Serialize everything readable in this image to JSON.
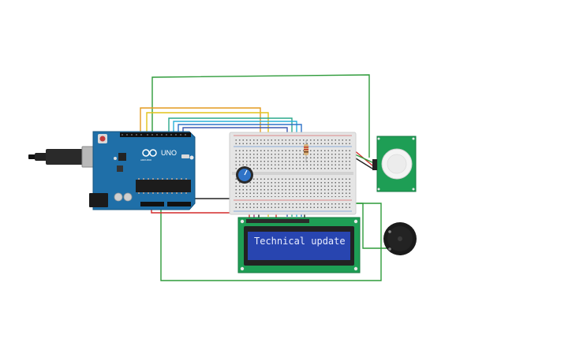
{
  "board": {
    "logo": "ARDUINO",
    "model": "UNO"
  },
  "lcd": {
    "text": "Technical update"
  },
  "colors": {
    "board": "#1f6fa8",
    "breadboard": "#e5e5e5",
    "pcb_green": "#1e9e55",
    "lcd_screen": "#2845b0",
    "wire_green": "#2e9b3a",
    "wire_orange": "#e39a1e",
    "wire_yellow": "#e2c21a",
    "wire_teal": "#2aa88c",
    "wire_blue": "#2f73c7",
    "wire_cyan": "#2bb0d9",
    "wire_red": "#d42a2a",
    "wire_black": "#222222",
    "wire_purple": "#a8327a"
  },
  "components": [
    {
      "name": "arduino-uno",
      "icon": "microcontroller-icon"
    },
    {
      "name": "breadboard",
      "icon": "breadboard-icon"
    },
    {
      "name": "potentiometer",
      "icon": "knob-icon"
    },
    {
      "name": "resistor",
      "icon": "resistor-icon"
    },
    {
      "name": "pir-sensor",
      "icon": "motion-sensor-icon"
    },
    {
      "name": "piezo-buzzer",
      "icon": "buzzer-icon"
    },
    {
      "name": "lcd-16x2",
      "icon": "display-icon"
    }
  ]
}
